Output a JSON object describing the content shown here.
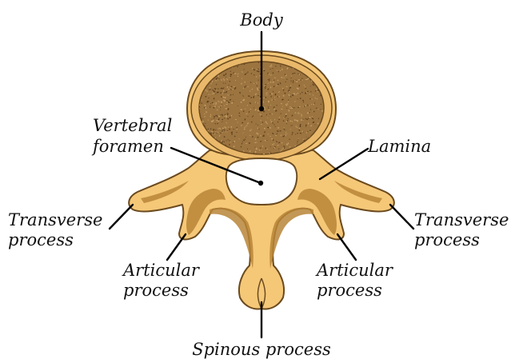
{
  "diagram": {
    "colors": {
      "bone_fill": "#F5C878",
      "bone_outline": "#6B4A1E",
      "body_rim": "#E9B86A",
      "cancellous_fill": "#9C7440",
      "cancellous_speckle": "#5A3E1C",
      "shadow": "#B98537",
      "leader_line": "#000000"
    },
    "labels": {
      "body": "Body",
      "vertebral_foramen_line1": "Vertebral",
      "vertebral_foramen_line2": "foramen",
      "lamina": "Lamina",
      "transverse_left_line1": "Transverse",
      "transverse_left_line2": "process",
      "transverse_right_line1": "Transverse",
      "transverse_right_line2": "process",
      "articular_left_line1": "Articular",
      "articular_left_line2": "process",
      "articular_right_line1": "Articular",
      "articular_right_line2": "process",
      "spinous": "Spinous process"
    }
  }
}
